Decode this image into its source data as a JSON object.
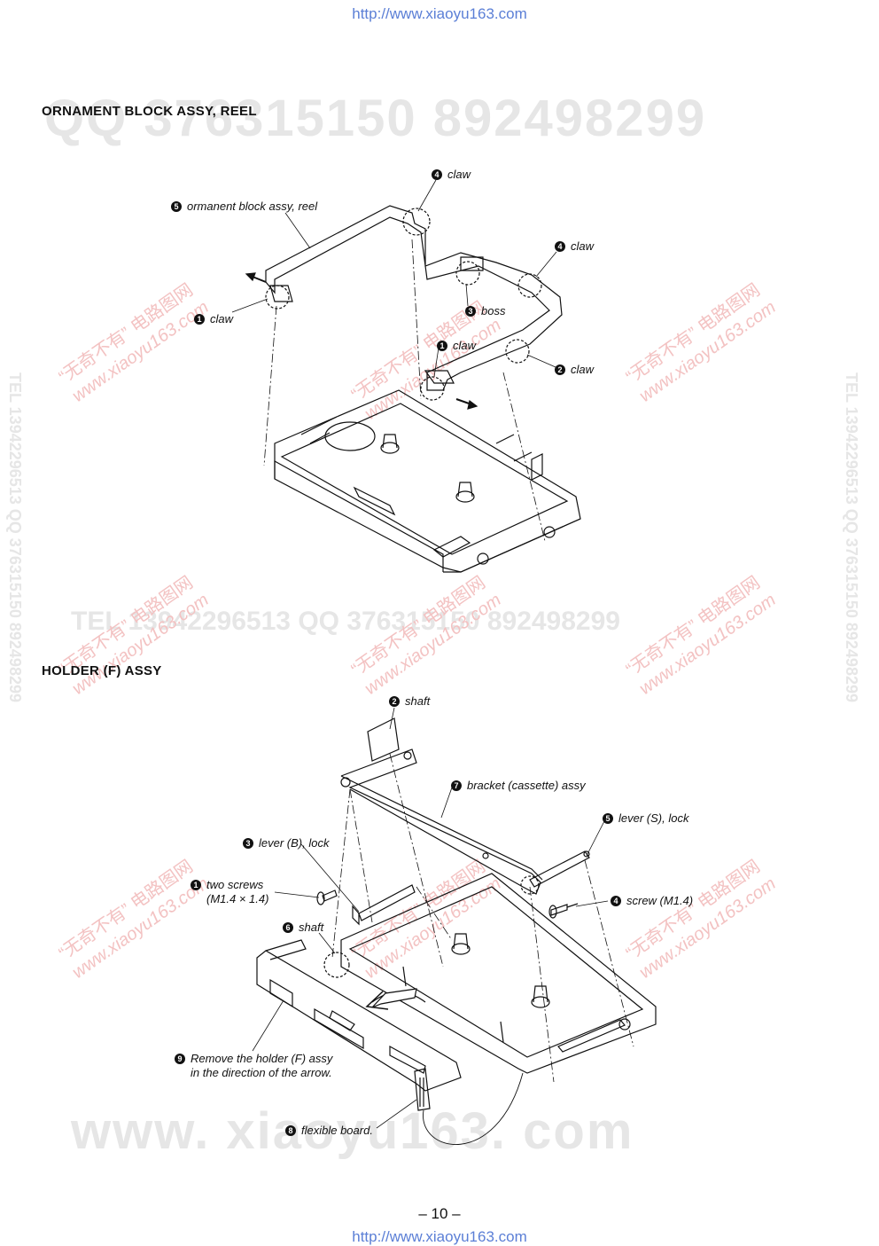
{
  "header_url": "http://www.xiaoyu163.com",
  "footer_url": "http://www.xiaoyu163.com",
  "page_number": "– 10 –",
  "watermarks": {
    "qq": "QQ 376315150   892498299",
    "tel_mid": "TEL 13942296513        QQ 376315150  892498299",
    "www": "www. xiaoyu163. com",
    "side": "TEL 13942296513 QQ 376315150 892498299",
    "cn": "“无奇不有” 电路图网",
    "cn_url": "www.xiaoyu163.com"
  },
  "section1": {
    "title": "ORNAMENT  BLOCK  ASSY, REEL",
    "labels": [
      {
        "num": "4",
        "text": "claw"
      },
      {
        "num": "5",
        "text": "ormanent block assy, reel"
      },
      {
        "num": "4",
        "text": "claw"
      },
      {
        "num": "3",
        "text": "boss"
      },
      {
        "num": "1",
        "text": "claw"
      },
      {
        "num": "1",
        "text": "claw"
      },
      {
        "num": "2",
        "text": "claw"
      }
    ]
  },
  "section2": {
    "title": "HOLDER (F) ASSY",
    "labels": [
      {
        "num": "2",
        "text": "shaft"
      },
      {
        "num": "7",
        "text": "bracket (cassette) assy"
      },
      {
        "num": "5",
        "text": "lever (S), lock"
      },
      {
        "num": "3",
        "text": "lever (B), lock"
      },
      {
        "num": "1",
        "text": "two screws",
        "text2": "(M1.4 × 1.4)"
      },
      {
        "num": "4",
        "text": "screw (M1.4)"
      },
      {
        "num": "6",
        "text": "shaft"
      },
      {
        "num": "9",
        "text": "Remove the holder (F) assy",
        "text2": "in the direction of the arrow."
      },
      {
        "num": "8",
        "text": "flexible board."
      }
    ]
  }
}
